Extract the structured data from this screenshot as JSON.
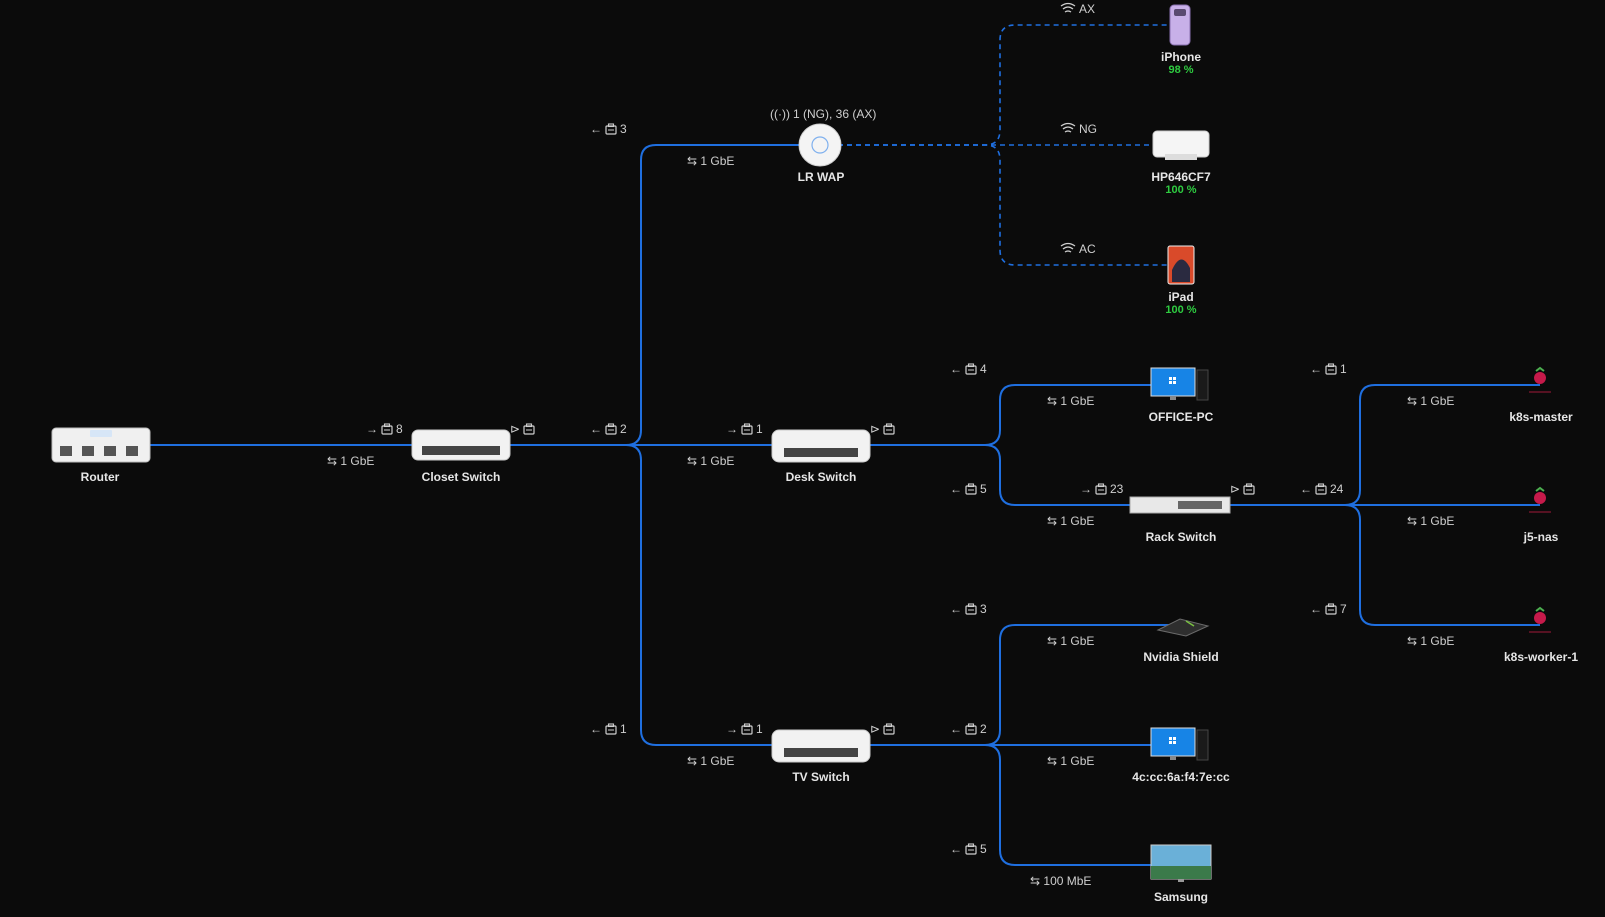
{
  "colors": {
    "background": "#0b0b0b",
    "link": "#1f6fe0",
    "signal_good": "#2ecc40"
  },
  "icons": {
    "arrow_left": "←",
    "arrow_right": "→",
    "arrow_both": "⇆"
  },
  "nodes": {
    "router": "Router",
    "closet_switch": "Closet Switch",
    "desk_switch": "Desk Switch",
    "tv_switch": "TV Switch",
    "lr_wap": "LR WAP",
    "iphone": {
      "name": "iPhone",
      "signal": "98 %"
    },
    "hp": {
      "name": "HP646CF7",
      "signal": "100 %"
    },
    "ipad": {
      "name": "iPad",
      "signal": "100 %"
    },
    "office_pc": "OFFICE-PC",
    "rack_switch": "Rack Switch",
    "nvidia_shield": "Nvidia Shield",
    "pc_4c": "4c:cc:6a:f4:7e:cc",
    "samsung": "Samsung",
    "k8s_master": "k8s-master",
    "j5_nas": "j5-nas",
    "k8s_worker": "k8s-worker-1"
  },
  "speeds": {
    "gbe": "1 GbE",
    "mbe100": "100 MbE"
  },
  "wifi": {
    "channels": "1 (NG), 36 (AX)",
    "iphone_std": "AX",
    "hp_std": "NG",
    "ipad_std": "AC"
  },
  "ports": {
    "closet_in": "8",
    "closet_to_wap": "3",
    "closet_to_desk": "2",
    "closet_to_tv": "1",
    "desk_in": "1",
    "desk_to_office": "4",
    "desk_to_rack": "5",
    "rack_in": "23",
    "rack_uplink": "24",
    "rack_to_k8s_master": "1",
    "rack_to_k8s_worker": "7",
    "tv_in": "1",
    "tv_to_nvidia": "3",
    "tv_to_4c": "2",
    "tv_to_samsung": "5"
  }
}
